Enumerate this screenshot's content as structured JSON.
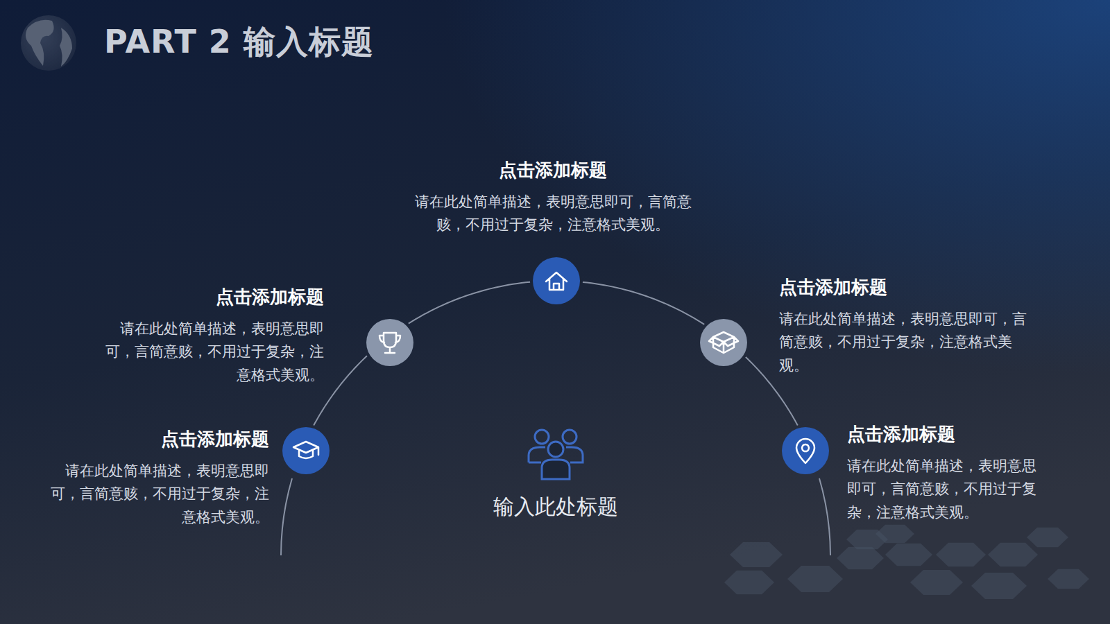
{
  "diagram": {
    "title": "PART 2 输入标题",
    "nodes": [
      {
        "text": [
          "点击添加标题",
          "请在此处简单描述，表明意思即可，言简意赅，不用过于复杂，注意格式美观。"
        ]
      },
      {
        "text": [
          "点击添加标题",
          "请在此处简单描述，表明意思即可，言简意赅，不用过于复杂，注意格式美观。"
        ]
      },
      {
        "text": [
          "点击添加标题",
          "请在此处简单描述，表明意思即可，言简意赅，不用过于复杂，注意格式美观。"
        ]
      },
      {
        "text": [
          "点击添加标题",
          "请在此处简单描述，表明意思即可，言简意赅，不用过于复杂，注意格式美观。"
        ]
      },
      {
        "text": [
          "点击添加标题",
          "请在此处简单描述，表明意思即可，言简意赅，不用过于复杂，注意格式美观。"
        ]
      },
      {
        "text": [
          "输入此处标题"
        ]
      }
    ],
    "edges": [
      {
        "from": 0,
        "to": 1,
        "arrow": "none"
      },
      {
        "from": 1,
        "to": 2,
        "arrow": "none"
      },
      {
        "from": 2,
        "to": 3,
        "arrow": "none"
      },
      {
        "from": 3,
        "to": 4,
        "arrow": "none"
      }
    ]
  }
}
